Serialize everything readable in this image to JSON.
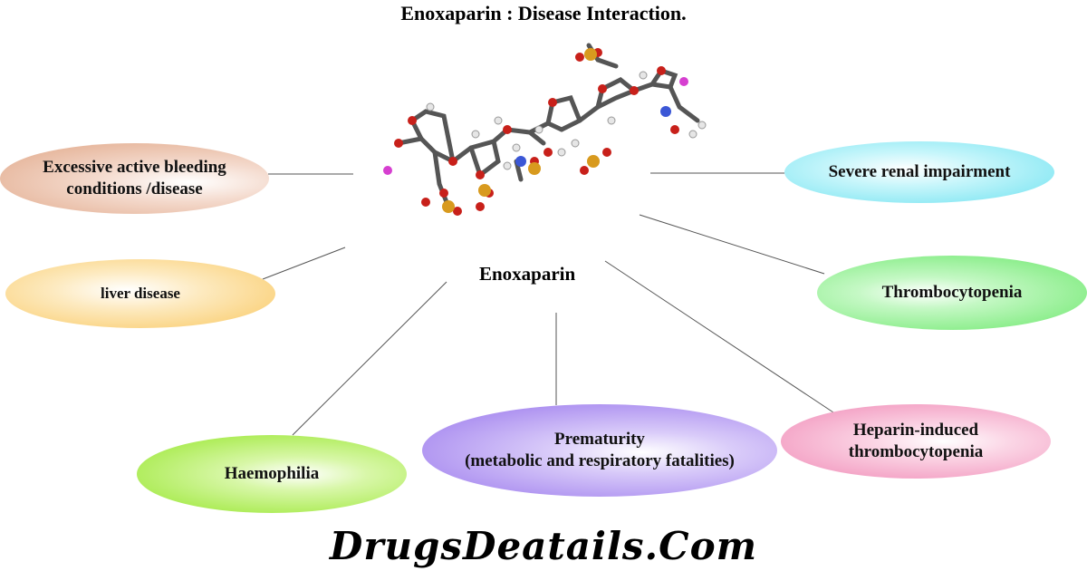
{
  "title": "Enoxaparin : Disease Interaction.",
  "center": {
    "label": "Enoxaparin"
  },
  "nodes": [
    {
      "id": "bleeding",
      "line1": "Excessive active bleeding",
      "line2": "conditions /disease",
      "color": "#e7b49c"
    },
    {
      "id": "renal",
      "line1": "Severe renal impairment",
      "line2": "",
      "color": "#87ecf5"
    },
    {
      "id": "liver",
      "line1": "liver disease",
      "line2": "",
      "color": "#fbd27c"
    },
    {
      "id": "thrombocytopenia",
      "line1": "Thrombocytopenia",
      "line2": "",
      "color": "#8fef8f"
    },
    {
      "id": "haemophilia",
      "line1": "Haemophilia",
      "line2": "",
      "color": "#a8ef46"
    },
    {
      "id": "prematurity",
      "line1": "Prematurity",
      "line2": "(metabolic and respiratory fatalities)",
      "color": "#a585f0"
    },
    {
      "id": "hit",
      "line1": "Heparin-induced",
      "line2": "thrombocytopenia",
      "color": "#f5a3c6"
    }
  ],
  "molecule_icon": "enoxaparin-molecule-icon",
  "footer": {
    "watermark": "DrugsDeatails.Com"
  }
}
